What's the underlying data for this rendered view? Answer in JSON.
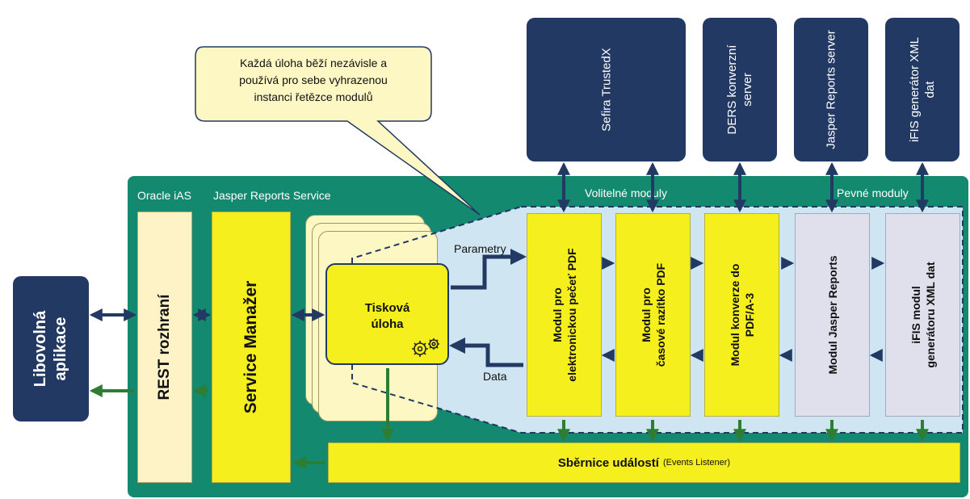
{
  "callout": {
    "line1": "Každá úloha běží nezávisle a",
    "line2": "používá pro sebe vyhrazenou",
    "line3": "instanci řetězce modulů"
  },
  "external_servers": [
    "Sefira TrustedX",
    "DERS konverzní server",
    "Jasper Reports server",
    "iFIS generátor XML dat"
  ],
  "container": {
    "oracle_label": "Oracle iAS",
    "service_label": "Jasper Reports Service",
    "optional_modules_label": "Volitelné moduly",
    "fixed_modules_label": "Pevné moduly"
  },
  "client_app": {
    "line1": "Libovolná",
    "line2": "aplikace"
  },
  "rest": "REST rozhraní",
  "service_manager": "Service Manažer",
  "print_task": {
    "line1": "Tisková",
    "line2": "úloha"
  },
  "flow_labels": {
    "parameters": "Parametry",
    "data": "Data"
  },
  "modules": [
    {
      "line1": "Modul pro",
      "line2": "elektronickou pečeť PDF"
    },
    {
      "line1": "Modul pro",
      "line2": "časové razítko PDF"
    },
    {
      "line1": "Modul konverze do",
      "line2": "PDF/A-3"
    },
    {
      "line1": "Modul Jasper Reports",
      "line2": ""
    },
    {
      "line1": "iFIS modul",
      "line2": "generátoru XML dat"
    }
  ],
  "event_bus": {
    "title": "Sběrnice událostí",
    "subtitle": "(Events Listener)"
  },
  "colors": {
    "navy": "#223a63",
    "green_container": "#138a6f",
    "yellow": "#f6ef1e",
    "lavender": "#dfe0ec",
    "cream": "#fdf7c4",
    "arrow_green": "#2e7d32",
    "arrow_navy": "#223a63"
  },
  "icons": [
    "gears-icon"
  ]
}
